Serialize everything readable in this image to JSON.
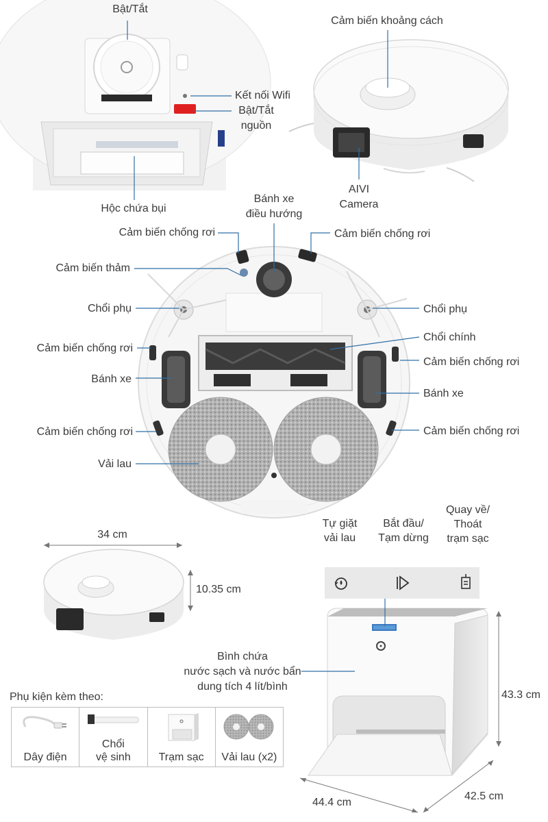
{
  "top_left": {
    "power_toggle": "Bật/Tắt",
    "wifi": "Kết nối Wifi",
    "power_line1": "Bật/Tắt",
    "power_line2": "nguồn",
    "dustbin": "Hộc chứa bụi"
  },
  "top_right": {
    "distance_sensor": "Cảm biến khoảng cách",
    "aivi_line1": "AIVI",
    "aivi_line2": "Camera"
  },
  "bottom_view": {
    "steer_wheel_line1": "Bánh xe",
    "steer_wheel_line2": "điều hướng",
    "cliff_top_left": "Cảm biến chống rơi",
    "cliff_top_right": "Cảm biến chống rơi",
    "carpet_sensor": "Cảm biến thảm",
    "side_brush_left": "Chổi phụ",
    "side_brush_right": "Chổi phụ",
    "main_brush": "Chổi chính",
    "cliff_mid_left": "Cảm biến chống rơi",
    "cliff_mid_right": "Cảm biến chống rơi",
    "wheel_left": "Bánh xe",
    "wheel_right": "Bánh xe",
    "cliff_low_left": "Cảm biến chống rơi",
    "cliff_low_right": "Cảm biến chống rơi",
    "mop": "Vải lau"
  },
  "dimensions": {
    "width": "34 cm",
    "height": "10.35 cm",
    "station_height": "43.3 cm",
    "station_width": "44.4 cm",
    "station_depth": "42.5 cm"
  },
  "station": {
    "btn_self_wash_line1": "Tự giặt",
    "btn_self_wash_line2": "vải lau",
    "btn_start_line1": "Bắt đầu/",
    "btn_start_line2": "Tạm dừng",
    "btn_return_line1": "Quay về/",
    "btn_return_line2": "Thoát",
    "btn_return_line3": "trạm sạc",
    "tank_line1": "Bình chứa",
    "tank_line2": "nước sạch và nước bẩn",
    "tank_line3": "dung tích 4 lít/bình",
    "brand_logo": "ecovacs-logo-icon"
  },
  "accessories": {
    "title": "Phụ kiện kèm theo:",
    "items": [
      {
        "label_line1": "",
        "label_line2": "Dây điện",
        "icon": "power-cable-icon"
      },
      {
        "label_line1": "Chổi",
        "label_line2": "vệ sinh",
        "icon": "cleaning-brush-icon"
      },
      {
        "label_line1": "",
        "label_line2": "Trạm sạc",
        "icon": "charging-station-icon"
      },
      {
        "label_line1": "",
        "label_line2": "Vải lau (x2)",
        "icon": "mop-pads-icon"
      }
    ]
  },
  "colors": {
    "line": "#2f6fa6",
    "body": "#f4f4f4",
    "outline": "#d6d6d6",
    "power_button": "#e02020",
    "mop_gray": "#a8a8a8"
  }
}
